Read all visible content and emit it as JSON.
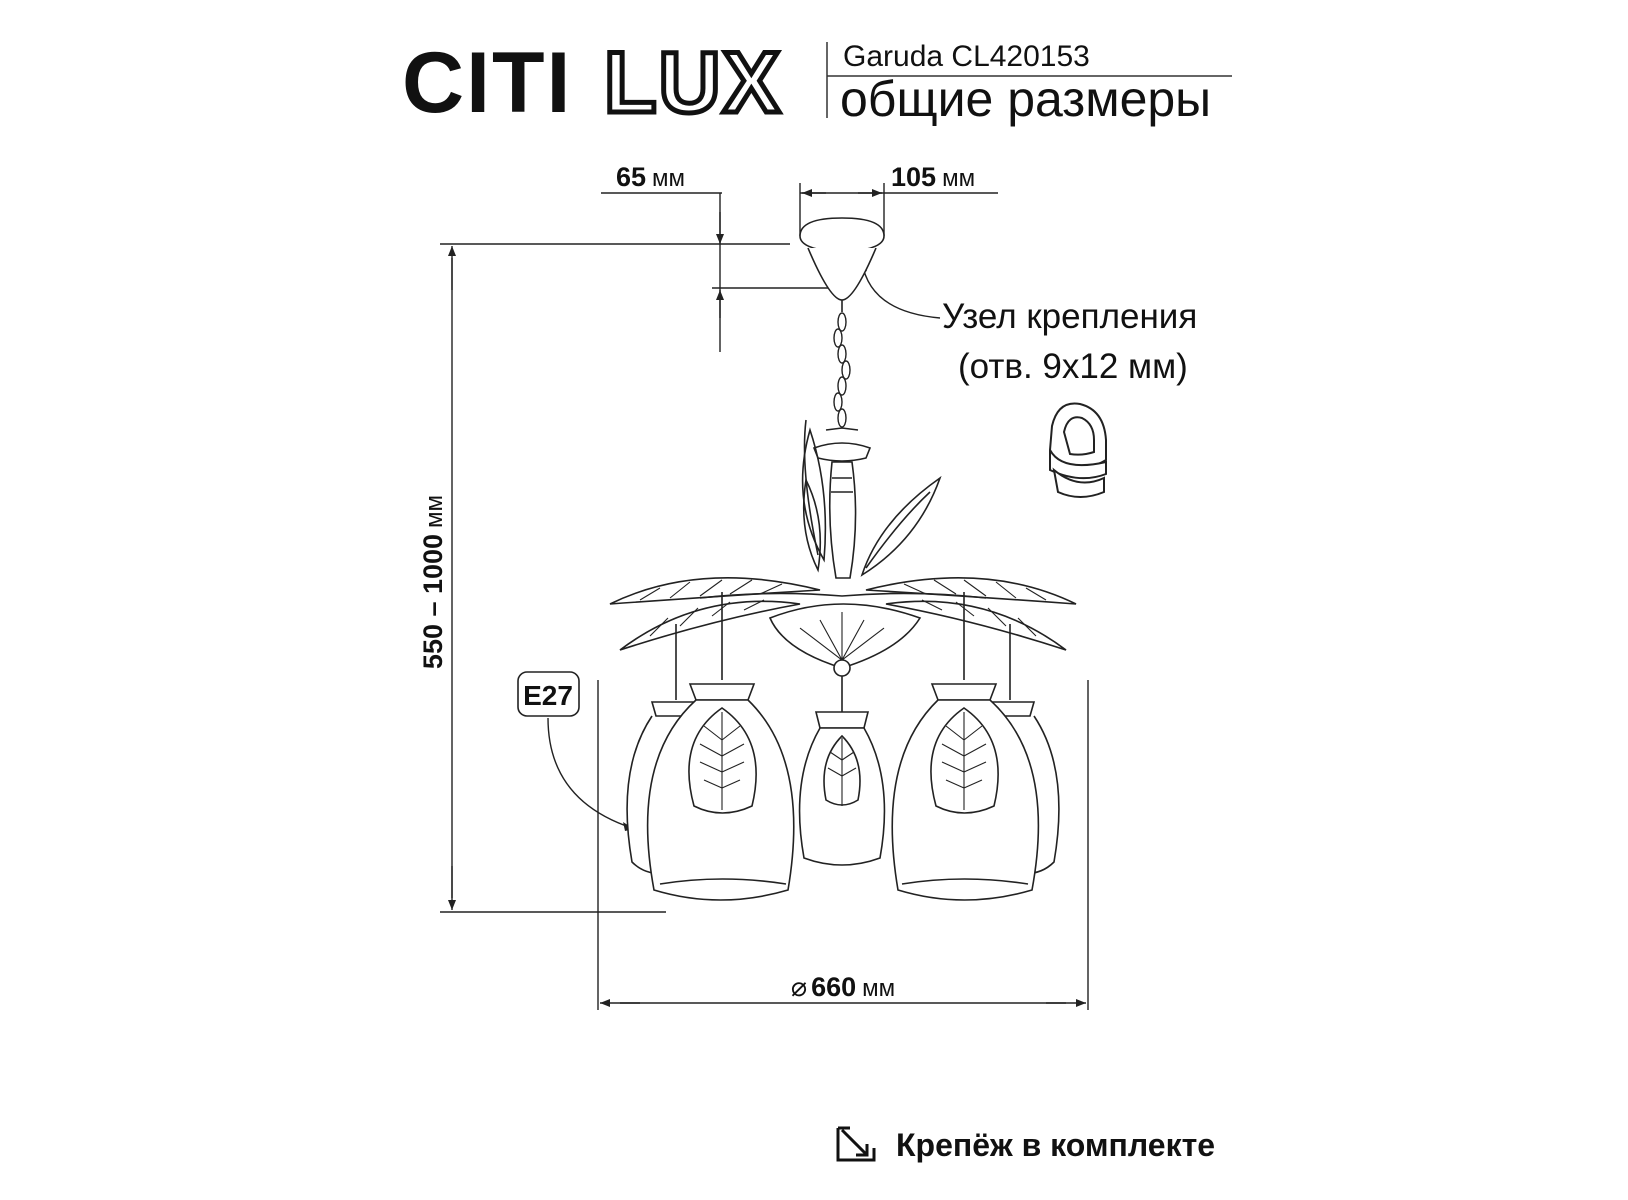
{
  "brand": {
    "logo_text": "CITILUX",
    "logo_bold": "CITI",
    "logo_outline": "LUX"
  },
  "header": {
    "model": "Garuda CL420153",
    "subtitle": "общие размеры"
  },
  "dimensions": {
    "canopy_height": {
      "value": "65",
      "unit": "мм"
    },
    "canopy_diameter": {
      "value": "105",
      "unit": "мм"
    },
    "height_range": {
      "value": "550 – 1000",
      "unit": "мм"
    },
    "diameter": {
      "symbol": "⌀",
      "value": "660",
      "unit": "мм"
    }
  },
  "callouts": {
    "mount_line1": "Узел крепления",
    "mount_line2": "(отв. 9x12 мм)",
    "socket": "E27"
  },
  "footer": {
    "icon": "arrow-in-box-icon",
    "text": "Крепёж в комплекте"
  },
  "colors": {
    "ink": "#111111",
    "line": "#222222",
    "background": "#ffffff"
  }
}
